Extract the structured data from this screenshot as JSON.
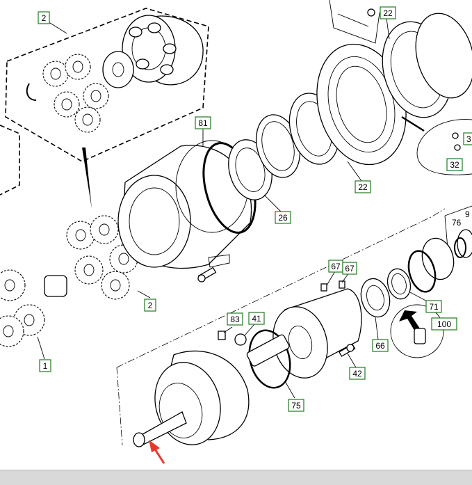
{
  "callouts": [
    {
      "id": "c2a",
      "label": "2"
    },
    {
      "id": "c22a",
      "label": "22"
    },
    {
      "id": "c81",
      "label": "81"
    },
    {
      "id": "c3",
      "label": "3"
    },
    {
      "id": "c32",
      "label": "32"
    },
    {
      "id": "c22b",
      "label": "22"
    },
    {
      "id": "c26",
      "label": "26"
    },
    {
      "id": "c76",
      "label": "76"
    },
    {
      "id": "c9",
      "label": "9"
    },
    {
      "id": "c67a",
      "label": "67"
    },
    {
      "id": "c67b",
      "label": "67"
    },
    {
      "id": "c71",
      "label": "71"
    },
    {
      "id": "c2b",
      "label": "2"
    },
    {
      "id": "c100",
      "label": "100"
    },
    {
      "id": "c83",
      "label": "83"
    },
    {
      "id": "c41",
      "label": "41"
    },
    {
      "id": "c66",
      "label": "66"
    },
    {
      "id": "c1",
      "label": "1"
    },
    {
      "id": "c42",
      "label": "42"
    },
    {
      "id": "c75",
      "label": "75"
    }
  ],
  "colors": {
    "callout_border": "#1f7a1f",
    "arrow": "#e8382c",
    "line": "#000000"
  }
}
